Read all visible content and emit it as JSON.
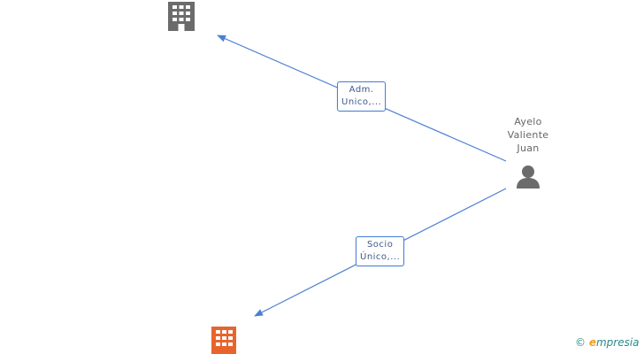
{
  "nodes": {
    "company_top": {
      "icon": "building-icon",
      "color": "#6b6b6b"
    },
    "company_bottom": {
      "icon": "building-icon",
      "color": "#e8642c"
    },
    "person": {
      "icon": "person-icon",
      "color": "#6b6b6b",
      "name_lines": [
        "Ayelo",
        "Valiente",
        "Juan"
      ]
    }
  },
  "edges": [
    {
      "label_lines": [
        "Adm.",
        "Unico,..."
      ],
      "color": "#4a7fd4"
    },
    {
      "label_lines": [
        "Socio",
        "Único,..."
      ],
      "color": "#4a7fd4"
    }
  ],
  "watermark": {
    "symbol": "©",
    "brand_initial": "e",
    "brand_rest": "mpresia"
  }
}
